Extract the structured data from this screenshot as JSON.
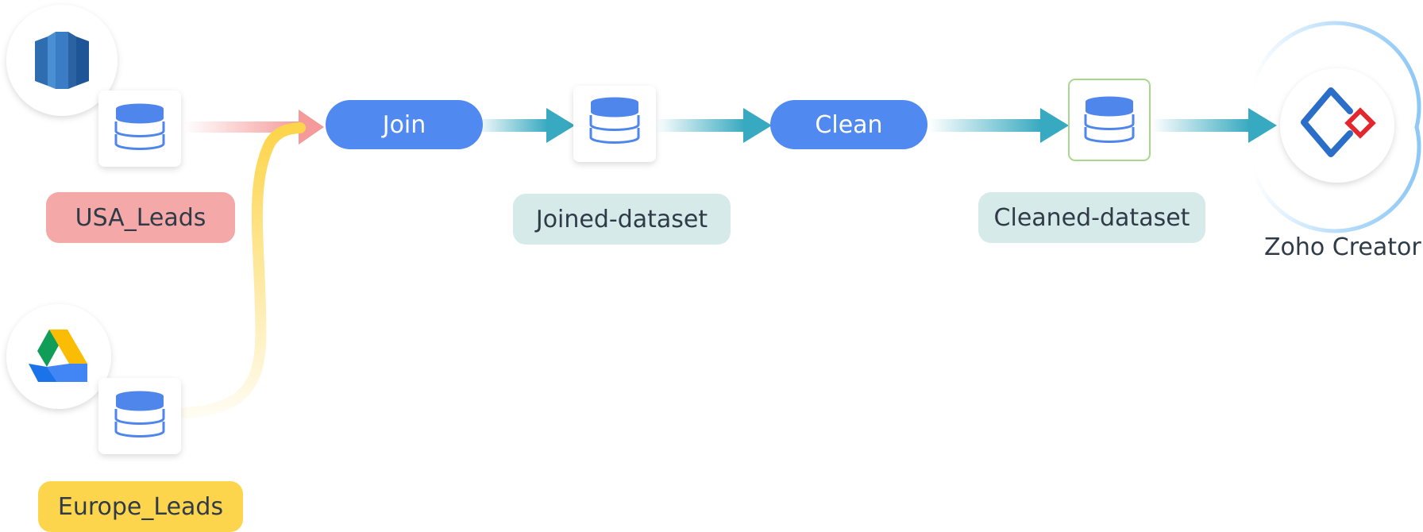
{
  "nodes": {
    "usa_leads": "USA_Leads",
    "europe_leads": "Europe_Leads",
    "join": "Join",
    "joined_dataset": "Joined-dataset",
    "clean": "Clean",
    "cleaned_dataset": "Cleaned-dataset",
    "destination": "Zoho Creator"
  },
  "icons": {
    "source_1": "redshift-icon",
    "source_2": "google-drive-icon",
    "dataset": "database-icon",
    "destination": "zoho-creator-icon"
  },
  "colors": {
    "usa_tag": "#f5a8a8",
    "europe_tag": "#fdd54d",
    "dataset_tag": "#d6eaea",
    "action_pill": "#5089f0",
    "flow_teal": "#37a9c0",
    "flow_red": "#f59a9a",
    "flow_yellow": "#fdd54d",
    "db_blue": "#4f86ec"
  }
}
